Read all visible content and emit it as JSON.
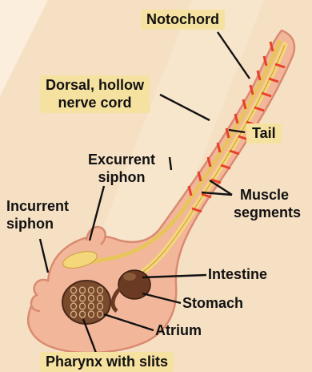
{
  "colors": {
    "background": "#f6e0c4",
    "label_box": "#f6e2a0",
    "body_fill": "#f2b79a",
    "body_outline": "#d98a70",
    "muscle_segment": "#e8402a",
    "notochord": "#f4d77a",
    "nerve_cord": "#e8c55c",
    "pharynx": "#7a4a2c",
    "stomach": "#6a3a22"
  },
  "labels": {
    "notochord": "Notochord",
    "dorsal_nerve_cord_line1": "Dorsal, hollow",
    "dorsal_nerve_cord_line2": "nerve cord",
    "tail": "Tail",
    "excurrent_siphon_line1": "Excurrent",
    "excurrent_siphon_line2": "siphon",
    "incurrent_siphon_line1": "Incurrent",
    "incurrent_siphon_line2": "siphon",
    "muscle_segments_line1": "Muscle",
    "muscle_segments_line2": "segments",
    "intestine": "Intestine",
    "stomach": "Stomach",
    "atrium": "Atrium",
    "pharynx_with_slits": "Pharynx with slits"
  }
}
